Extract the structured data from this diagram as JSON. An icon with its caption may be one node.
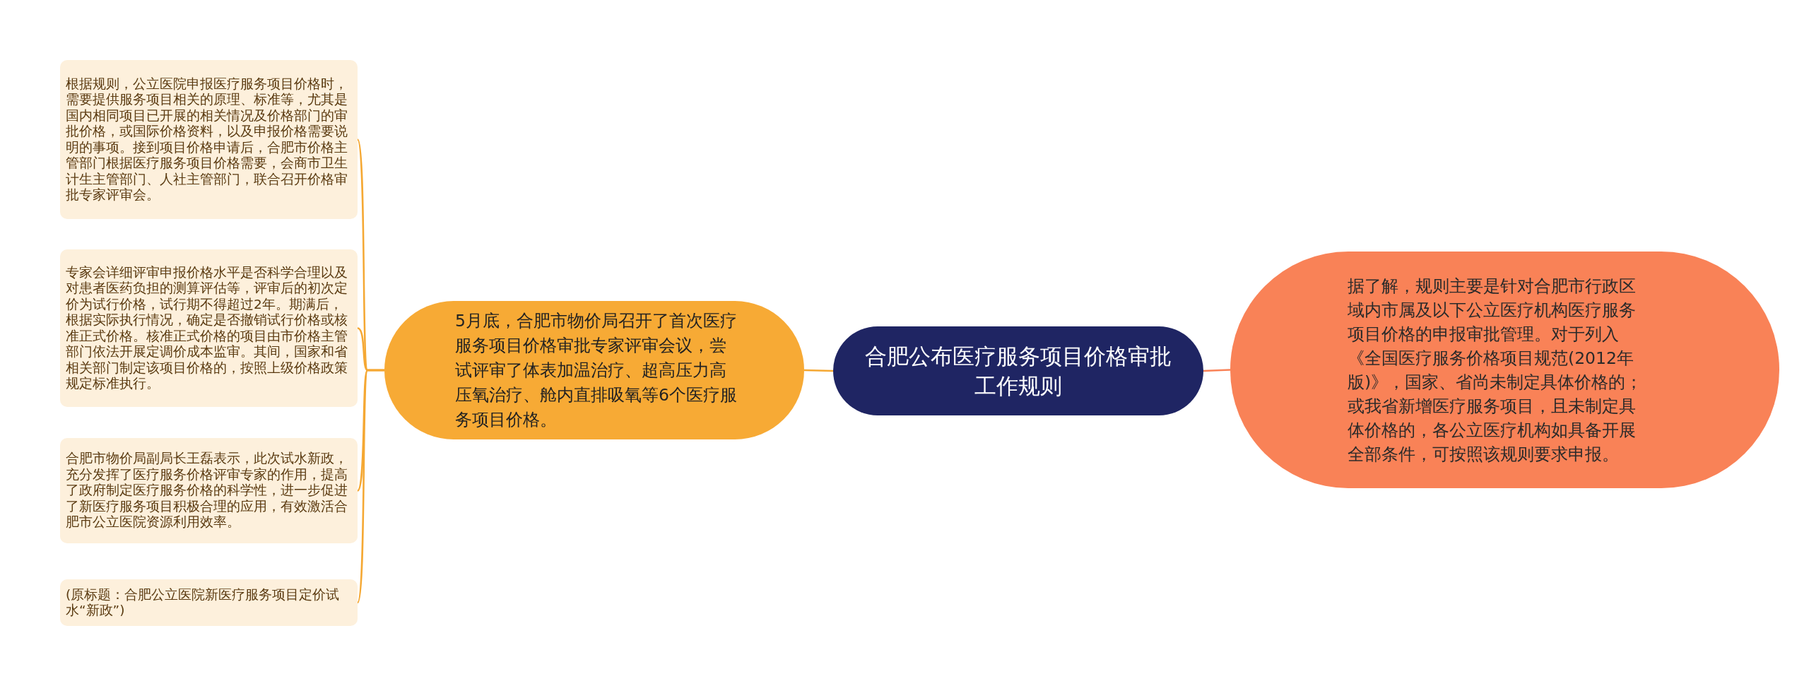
{
  "diagram": {
    "nodes": [
      {
        "text": [
          "合肥公布医疗服务项目价格审批工作规则"
        ]
      },
      {
        "text": [
          "5月底，合肥市物价局召开了首次医疗服务项目价格审批专家评审会议，尝试评审了体表加温治疗、超高压力高压氧治疗、舱内直排吸氧等6个医疗服务项目价格。"
        ]
      },
      {
        "text": [
          "根据规则，公立医院申报医疗服务项目价格时，需要提供服务项目相关的原理、标准等，尤其是国内相同项目已开展的相关情况及价格部门的审批价格，或国际价格资料，以及申报价格需要说明的事项。接到项目价格申请后，合肥市价格主管部门根据医疗服务项目价格需要，会商市卫生计生主管部门、人社主管部门，联合召开价格审批专家评审会。"
        ]
      },
      {
        "text": [
          "专家会详细评审申报价格水平是否科学合理以及对患者医药负担的测算评估等，评审后的初次定价为试行价格，试行期不得超过2年。期满后，根据实际执行情况，确定是否撤销试行价格或核准正式价格。核准正式价格的项目由市价格主管部门依法开展定调价成本监审。其间，国家和省相关部门制定该项目价格的，按照上级价格政策规定标准执行。"
        ]
      },
      {
        "text": [
          "合肥市物价局副局长王磊表示，此次试水新政，充分发挥了医疗服务价格评审专家的作用，提高了政府制定医疗服务价格的科学性，进一步促进了新医疗服务项目积极合理的应用，有效激活合肥市公立医院资源利用效率。"
        ]
      },
      {
        "text": [
          "(原标题：合肥公立医院新医疗服务项目定价试水“新政”)"
        ]
      },
      {
        "text": [
          "据了解，规则主要是针对合肥市行政区域内市属及以下公立医疗机构医疗服务项目价格的申报审批管理。对于列入《全国医疗服务价格项目规范(2012年版)》，国家、省尚未制定具体价格的；或我省新增医疗服务项目，且未制定具体价格的，各公立医疗机构如具备开展全部条件，可按照该规则要求申报。"
        ]
      }
    ],
    "edges": [
      {
        "from": 0,
        "to": 6,
        "arrow": "none",
        "color": "#f98257"
      },
      {
        "from": 0,
        "to": 1,
        "arrow": "none"
      },
      {
        "from": 1,
        "to": 2,
        "arrow": "none"
      },
      {
        "from": 1,
        "to": 3,
        "arrow": "none"
      },
      {
        "from": 1,
        "to": 4,
        "arrow": "none"
      },
      {
        "from": 1,
        "to": 5,
        "arrow": "none"
      }
    ]
  }
}
